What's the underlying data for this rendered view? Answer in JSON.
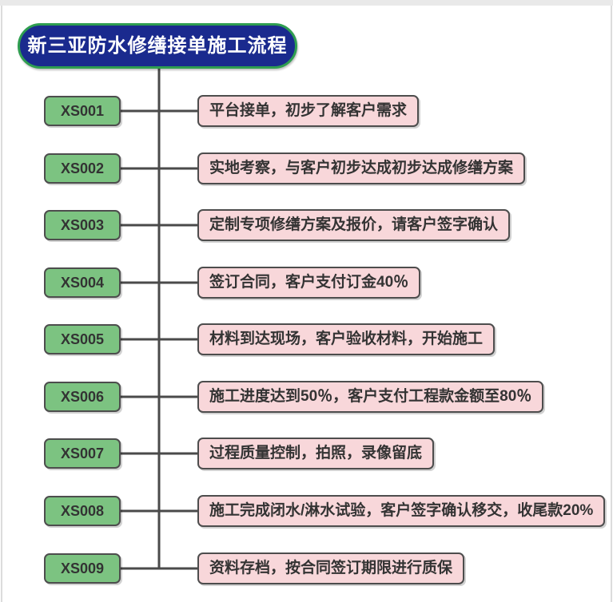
{
  "page": {
    "title": "新三亚防水修缮接单施工流程"
  },
  "colors": {
    "frame_top": "#e9e9e9",
    "frame_side": "#dcdcdc",
    "title_bg": "#1a2a8e",
    "title_border": "#2f9e50",
    "title_text": "#ffffff",
    "green_fill": "#7cc381",
    "pink_fill": "#f8d7da",
    "node_border": "#4d4d4d",
    "line": "#4a4a4a",
    "text": "#333333"
  },
  "steps": [
    {
      "id": "XS001",
      "desc": "平台接单，初步了解客户需求"
    },
    {
      "id": "XS002",
      "desc": "实地考察，与客户初步达成初步达成修缮方案"
    },
    {
      "id": "XS003",
      "desc": "定制专项修缮方案及报价，请客户签字确认"
    },
    {
      "id": "XS004",
      "desc": "签订合同，客户支付订金40％"
    },
    {
      "id": "XS005",
      "desc": "材料到达现场，客户验收材料，开始施工"
    },
    {
      "id": "XS006",
      "desc": "施工进度达到50％，客户支付工程款金额至80％"
    },
    {
      "id": "XS007",
      "desc": "过程质量控制，拍照，录像留底"
    },
    {
      "id": "XS008",
      "desc": "施工完成闭水/淋水试验，客户签字确认移交，收尾款20%"
    },
    {
      "id": "XS009",
      "desc": "资料存档，按合同签订期限进行质保"
    }
  ]
}
